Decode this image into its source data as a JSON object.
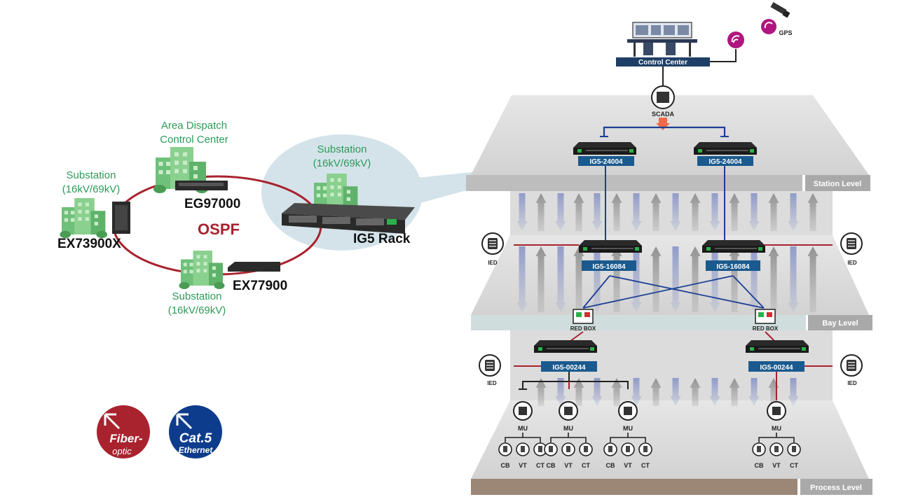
{
  "left": {
    "area_dispatch": [
      "Area Dispatch",
      "Control Center"
    ],
    "substation_left": [
      "Substation",
      "(16kV/69kV)"
    ],
    "substation_bottom": [
      "Substation",
      "(16kV/69kV)"
    ],
    "substation_bubble": [
      "Substation",
      "(16kV/69kV)"
    ],
    "device_eg": "EG97000",
    "device_ex73": "EX73900X",
    "device_ex77": "EX77900",
    "device_ig5rack": "IG5 Rack",
    "protocol": "OSPF",
    "badge_fiber": [
      "Fiber-",
      "optic"
    ],
    "badge_cat5": [
      "Cat.5",
      "Ethernet"
    ]
  },
  "right": {
    "control_center": "Control Center",
    "gps": "GPS",
    "scada": "SCADA",
    "levels": {
      "station": "Station Level",
      "bay": "Bay Level",
      "process": "Process Level"
    },
    "station_switches": [
      "IG5-24004",
      "IG5-24004"
    ],
    "bay_switches": [
      "IG5-16084",
      "IG5-16084"
    ],
    "process_switches": [
      "IG5-00244",
      "IG5-00244"
    ],
    "redbox": "RED BOX",
    "ied": "IED",
    "mu": "MU",
    "sensors": [
      "CB",
      "VT",
      "CT"
    ]
  },
  "colors": {
    "ring": "#a8232e",
    "fiber_badge": "#a8232e",
    "cat5_badge": "#0d3c8c",
    "switch_label": "#1a5a8e",
    "blue_link": "#1c3f94",
    "red_link": "#a8232e",
    "level_bar": "#a9a9a9",
    "process_floor": "#9c8676",
    "green_text": "#2e9a5a"
  }
}
